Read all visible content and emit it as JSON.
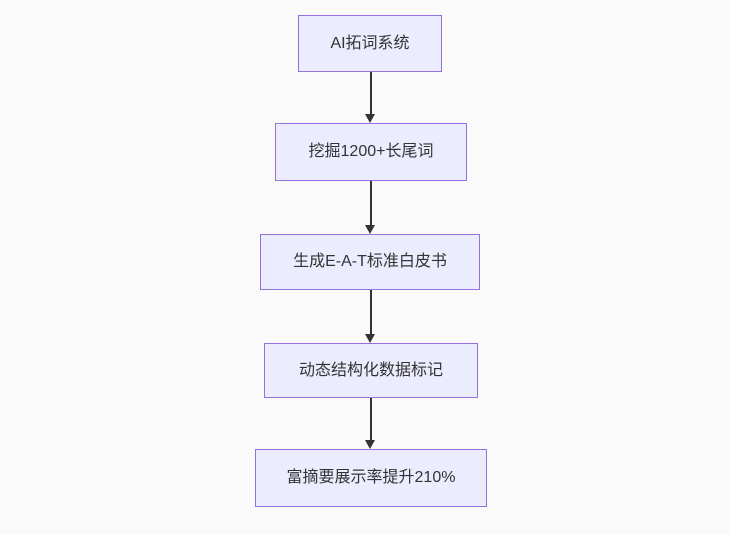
{
  "diagram": {
    "type": "flowchart",
    "direction": "top-down",
    "background_color": "#fafafa",
    "node_fill_color": "#ececff",
    "node_border_color": "#9370db",
    "text_color": "#333333",
    "arrow_color": "#333333",
    "nodes": [
      {
        "label": "AI拓词系统"
      },
      {
        "label": "挖掘1200+长尾词"
      },
      {
        "label": "生成E-A-T标准白皮书"
      },
      {
        "label": "动态结构化数据标记"
      },
      {
        "label": "富摘要展示率提升210%"
      }
    ],
    "edges": [
      {
        "from": "AI拓词系统",
        "to": "挖掘1200+长尾词"
      },
      {
        "from": "挖掘1200+长尾词",
        "to": "生成E-A-T标准白皮书"
      },
      {
        "from": "生成E-A-T标准白皮书",
        "to": "动态结构化数据标记"
      },
      {
        "from": "动态结构化数据标记",
        "to": "富摘要展示率提升210%"
      }
    ]
  }
}
